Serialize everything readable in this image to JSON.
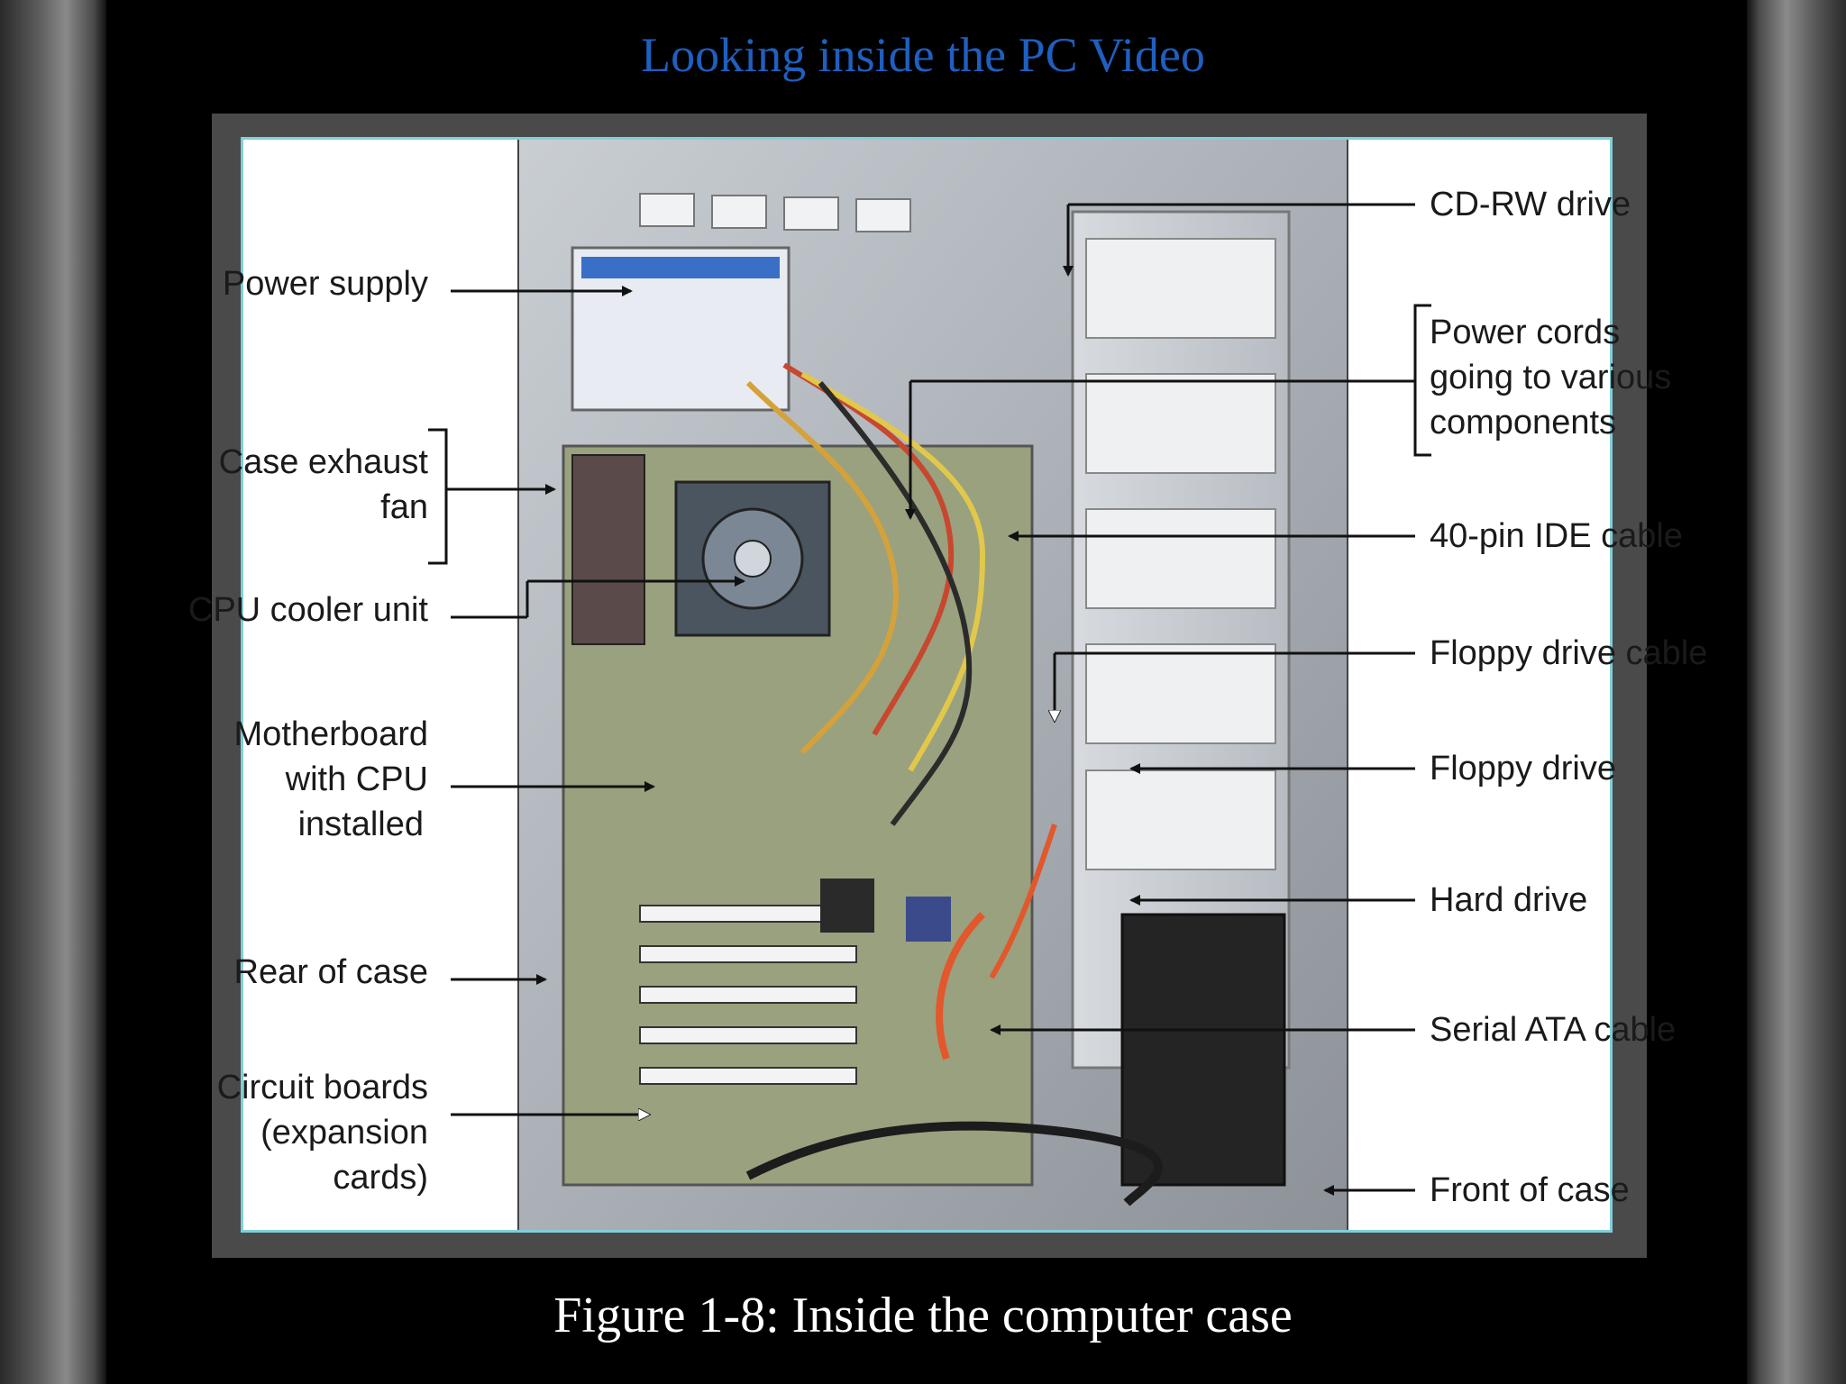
{
  "slide": {
    "title": "Looking inside the PC Video",
    "caption": "Figure 1-8: Inside the computer case"
  },
  "figure": {
    "left_labels": {
      "power_supply": [
        "Power supply"
      ],
      "case_exhaust_fan": [
        "Case exhaust",
        "fan"
      ],
      "cpu_cooler": [
        "CPU cooler unit"
      ],
      "motherboard": [
        "Motherboard",
        "with CPU",
        "installed"
      ],
      "rear_of_case": [
        "Rear of case"
      ],
      "circuit_boards": [
        "Circuit boards",
        "(expansion",
        "cards)"
      ]
    },
    "right_labels": {
      "cd_rw_drive": [
        "CD-RW drive"
      ],
      "power_cords": [
        "Power cords",
        "going to various",
        "components"
      ],
      "ide_cable": [
        "40-pin IDE cable"
      ],
      "floppy_cable": [
        "Floppy drive cable"
      ],
      "floppy_drive": [
        "Floppy drive"
      ],
      "hard_drive": [
        "Hard drive"
      ],
      "sata_cable": [
        "Serial ATA cable"
      ],
      "front_of_case": [
        "Front of case"
      ]
    }
  },
  "colors": {
    "title": "#1f5fbf",
    "caption": "#ffffff",
    "frame": "#4a4a4a",
    "figure_border": "#7fd0d8",
    "background": "#000000"
  }
}
